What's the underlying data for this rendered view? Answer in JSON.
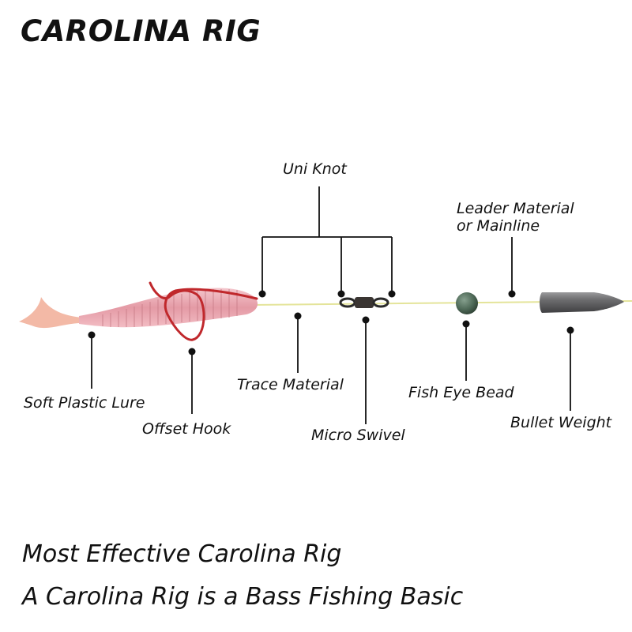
{
  "title": "CAROLINA RIG",
  "labels": {
    "uni_knot": "Uni Knot",
    "leader_line1": "Leader Material",
    "leader_line2": "or Mainline",
    "soft_plastic_lure": "Soft Plastic Lure",
    "offset_hook": "Offset Hook",
    "trace_material": "Trace Material",
    "micro_swivel": "Micro Swivel",
    "fish_eye_bead": "Fish Eye Bead",
    "bullet_weight": "Bullet Weight"
  },
  "captions": {
    "line1": "Most Effective Carolina Rig",
    "line2": "A Carolina Rig is a Bass Fishing Basic"
  },
  "colors": {
    "line": "#e4e49a",
    "lure": "#e9a8b0",
    "hook": "#c0282c",
    "bead": "#4f6a58",
    "weight": "#6c6c6e"
  }
}
